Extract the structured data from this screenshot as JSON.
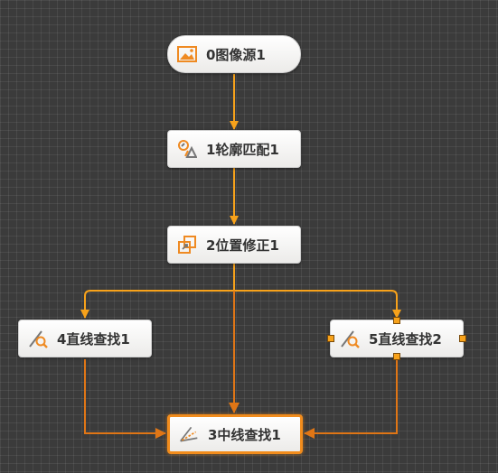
{
  "colors": {
    "wire_main": "#f7a21b",
    "wire_output": "#e07616",
    "accent": "#f28c1c",
    "icon": "#ef8a22"
  },
  "nodes": [
    {
      "id": "0",
      "label": "0图像源1",
      "icon": "image-icon"
    },
    {
      "id": "1",
      "label": "1轮廓匹配1",
      "icon": "contour-match-icon"
    },
    {
      "id": "2",
      "label": "2位置修正1",
      "icon": "position-correction-icon"
    },
    {
      "id": "4",
      "label": "4直线查找1",
      "icon": "line-find-icon"
    },
    {
      "id": "5",
      "label": "5直线查找2",
      "icon": "line-find-icon"
    },
    {
      "id": "3",
      "label": "3中线查找1",
      "icon": "midline-find-icon",
      "selected": true
    }
  ]
}
